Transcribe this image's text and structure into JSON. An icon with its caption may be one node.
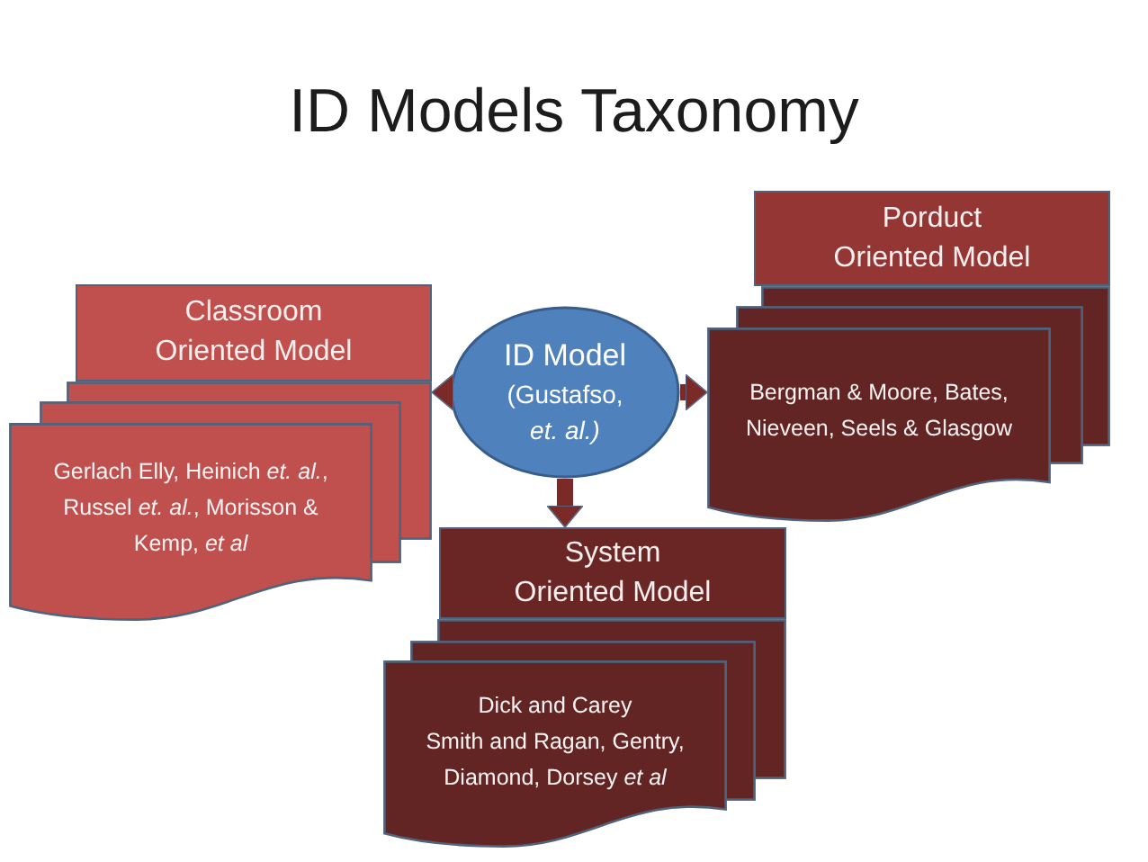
{
  "diagram": {
    "title": "ID Models Taxonomy",
    "nodes": [
      {
        "text": [
          "Classroom Oriented Model"
        ]
      },
      {
        "text": [
          "Gerlach Elly, Heinich *et. al.*, Russel *et. al.*, Morisson & Kemp, *et al*"
        ]
      },
      {
        "text": [
          "ID Model",
          "(Gustafso, *et. al.)*"
        ]
      },
      {
        "text": [
          "Porduct Oriented Model"
        ]
      },
      {
        "text": [
          "Bergman & Moore, Bates, Nieveen, Seels & Glasgow"
        ]
      },
      {
        "text": [
          "System Oriented Model"
        ]
      },
      {
        "text": [
          "Dick and Carey",
          "Smith and Ragan, Gentry, Diamond, Dorsey *et al*"
        ]
      }
    ],
    "edges": [
      {
        "from": 2,
        "to": 1,
        "arrow": "to"
      },
      {
        "from": 2,
        "to": 4,
        "arrow": "to"
      },
      {
        "from": 2,
        "to": 5,
        "arrow": "to"
      }
    ]
  }
}
